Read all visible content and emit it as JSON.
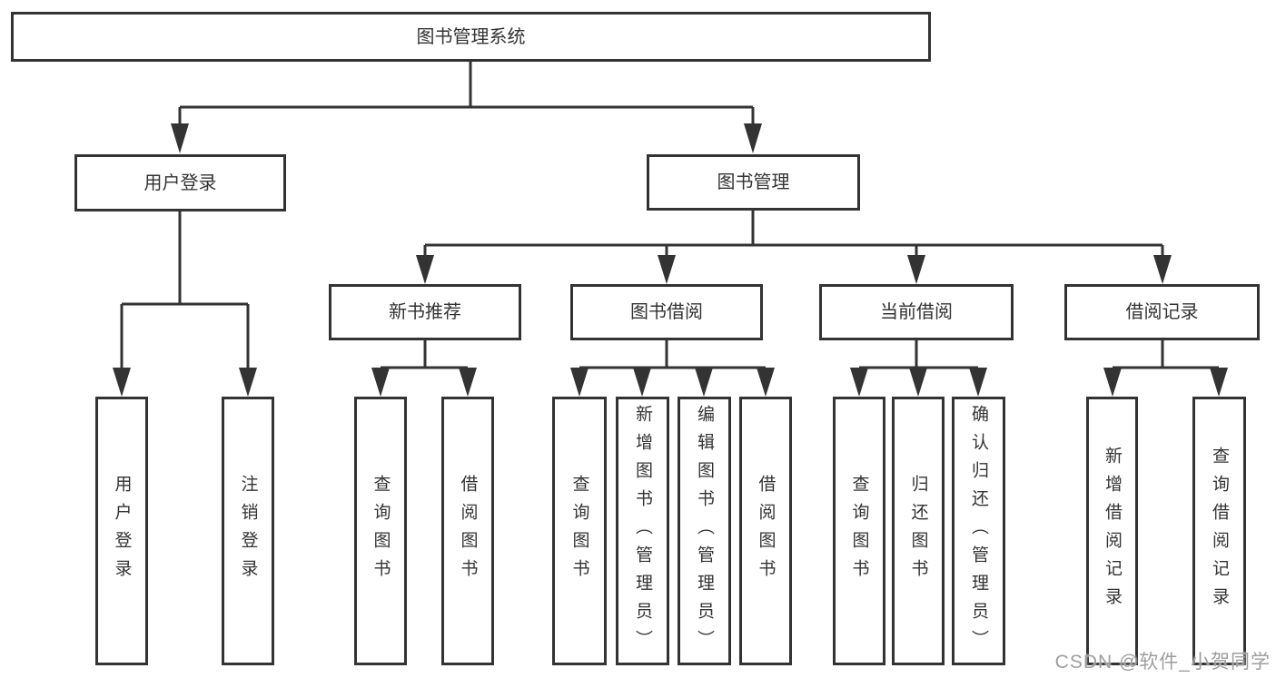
{
  "diagram": {
    "title": "图书管理系统",
    "tree": {
      "label": "图书管理系统",
      "children": [
        {
          "label": "用户登录",
          "children": [
            {
              "label": "用户登录"
            },
            {
              "label": "注销登录"
            }
          ]
        },
        {
          "label": "图书管理",
          "children": [
            {
              "label": "新书推荐",
              "children": [
                {
                  "label": "查询图书"
                },
                {
                  "label": "借阅图书"
                }
              ]
            },
            {
              "label": "图书借阅",
              "children": [
                {
                  "label": "查询图书"
                },
                {
                  "label": "新增图书（管理员）"
                },
                {
                  "label": "编辑图书（管理员）"
                },
                {
                  "label": "借阅图书"
                }
              ]
            },
            {
              "label": "当前借阅",
              "children": [
                {
                  "label": "查询图书"
                },
                {
                  "label": "归还图书"
                },
                {
                  "label": "确认归还（管理员）"
                }
              ]
            },
            {
              "label": "借阅记录",
              "children": [
                {
                  "label": "新增借阅记录"
                },
                {
                  "label": "查询借阅记录"
                }
              ]
            }
          ]
        }
      ]
    },
    "colors": {
      "line": "#333333",
      "box_border": "#333333",
      "box_background": "#ffffff",
      "watermark": "#9e9e9e",
      "page_background": "#ffffff"
    },
    "watermark": "CSDN @软件_小贺同学"
  }
}
